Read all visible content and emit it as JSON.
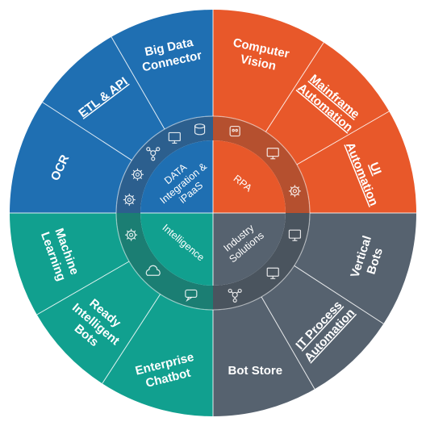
{
  "quadrants": [
    {
      "id": "data",
      "label_lines": [
        "DATA",
        "Integration &",
        "iPaaS"
      ],
      "color": "#1f6fb2",
      "ring_color": "#2c5f8e"
    },
    {
      "id": "rpa",
      "label_lines": [
        "RPA"
      ],
      "color": "#e8582a",
      "ring_color": "#b5502f"
    },
    {
      "id": "industry",
      "label_lines": [
        "Industry",
        "Solutions"
      ],
      "color": "#56626f",
      "ring_color": "#4a545e"
    },
    {
      "id": "intelligence",
      "label_lines": [
        "Intelligence"
      ],
      "color": "#11a08f",
      "ring_color": "#1b7e73"
    }
  ],
  "segments": [
    {
      "quadrant": "data",
      "lines": [
        "OCR"
      ],
      "underline": false
    },
    {
      "quadrant": "data",
      "lines": [
        "ETL & API"
      ],
      "underline": true
    },
    {
      "quadrant": "data",
      "lines": [
        "Big Data",
        "Connector"
      ],
      "underline": false
    },
    {
      "quadrant": "rpa",
      "lines": [
        "Computer",
        "Vision"
      ],
      "underline": false
    },
    {
      "quadrant": "rpa",
      "lines": [
        "Mainframe",
        "Automation"
      ],
      "underline": true
    },
    {
      "quadrant": "rpa",
      "lines": [
        "UI",
        "Automation"
      ],
      "underline": true
    },
    {
      "quadrant": "industry",
      "lines": [
        "Vertical",
        "Bots"
      ],
      "underline": false
    },
    {
      "quadrant": "industry",
      "lines": [
        "IT Process",
        "Automation"
      ],
      "underline": true
    },
    {
      "quadrant": "industry",
      "lines": [
        "Bot Store"
      ],
      "underline": false
    },
    {
      "quadrant": "intelligence",
      "lines": [
        "Enterprise",
        "Chatbot"
      ],
      "underline": false
    },
    {
      "quadrant": "intelligence",
      "lines": [
        "Ready",
        "Intelligent",
        "Bots"
      ],
      "underline": false
    },
    {
      "quadrant": "intelligence",
      "lines": [
        "Machine",
        "Learning"
      ],
      "underline": false
    }
  ],
  "ring_icons": [
    {
      "name": "gear-icon",
      "quadrant": "data"
    },
    {
      "name": "settings-icon",
      "quadrant": "data"
    },
    {
      "name": "network-icon",
      "quadrant": "data"
    },
    {
      "name": "chart-monitor-icon",
      "quadrant": "data"
    },
    {
      "name": "database-icon",
      "quadrant": "data"
    },
    {
      "name": "robot-icon",
      "quadrant": "rpa"
    },
    {
      "name": "monitor-icon",
      "quadrant": "rpa"
    },
    {
      "name": "gear-box-icon",
      "quadrant": "rpa"
    },
    {
      "name": "machine-icon",
      "quadrant": "industry"
    },
    {
      "name": "user-screen-icon",
      "quadrant": "industry"
    },
    {
      "name": "process-icon",
      "quadrant": "industry"
    },
    {
      "name": "chat-icon",
      "quadrant": "intelligence"
    },
    {
      "name": "brain-icon",
      "quadrant": "intelligence"
    },
    {
      "name": "cloud-gear-icon",
      "quadrant": "intelligence"
    }
  ]
}
